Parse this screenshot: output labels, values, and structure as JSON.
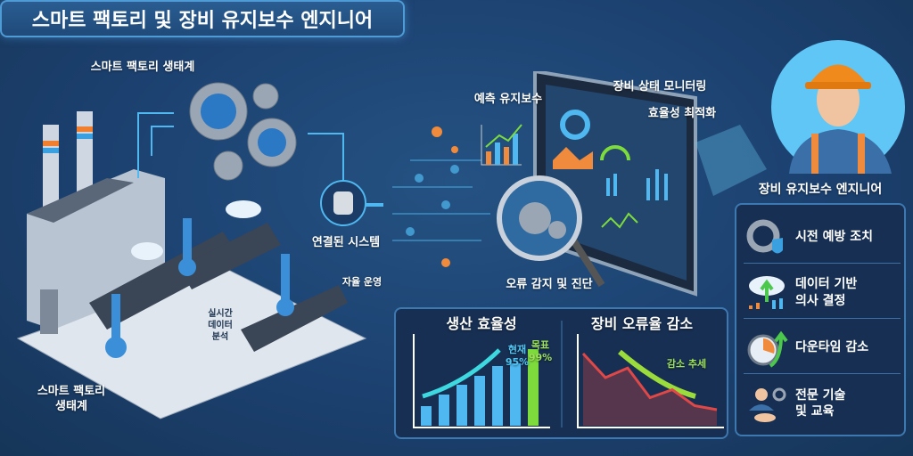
{
  "title": "스마트 팩토리 및 장비 유지보수 엔지니어",
  "factory": {
    "ecosystem_top": "스마트 팩토리\n생태계",
    "ecosystem_bottom": "스마트 팩토리\n생태계",
    "connected_system": "연결된 시스템",
    "autonomous": "자율 운영",
    "realtime": "실시간\n데이터\n분석"
  },
  "dashboard": {
    "predictive": "예측 유지보수",
    "monitoring": "장비 상태 모니터링",
    "efficiency_opt": "효율성 최적화",
    "fault_detect": "오류 감지 및 진단"
  },
  "engineer": {
    "label": "장비 유지보수 엔지니어"
  },
  "side_items": [
    {
      "icon": "gear-wrench-shield-icon",
      "label": "시전 예방 조치"
    },
    {
      "icon": "cloud-upload-chart-icon",
      "label": "데이터 기반\n의사 결정"
    },
    {
      "icon": "stopwatch-arrow-icon",
      "label": "다운타임 감소"
    },
    {
      "icon": "handshake-expert-icon",
      "label": "전문 기술\n및 교육"
    }
  ],
  "chart_data": [
    {
      "type": "bar",
      "title": "생산 효율성",
      "values": [
        22,
        35,
        46,
        56,
        67,
        70,
        86
      ],
      "current_label": "현재\n95%",
      "target_label": "목표\n99%"
    },
    {
      "type": "area",
      "title": "장비 오류율 감소",
      "values": [
        90,
        60,
        72,
        35,
        45,
        25,
        20
      ],
      "annotation": "감소 추세"
    }
  ],
  "colors": {
    "accent": "#4fb8f0",
    "green": "#7ddc3c",
    "red": "#e04848",
    "bg": "#1c4170"
  }
}
